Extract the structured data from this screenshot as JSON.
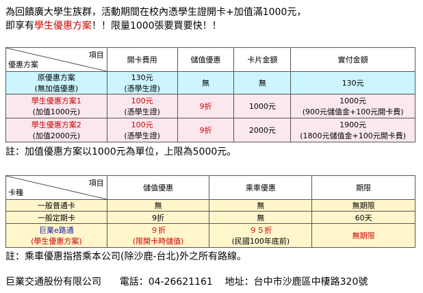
{
  "intro": {
    "line1": "為回饋廣大學生族群，活動期間在校內憑學生證開卡+加值滿1000元，",
    "line2_prefix": "即享有",
    "line2_highlight": "學生優惠方案",
    "line2_suffix": "！！限量1000張要買要快！！"
  },
  "table1": {
    "corner_top": "項目",
    "corner_bottom": "優惠方案",
    "headers": [
      "開卡費用",
      "儲值優惠",
      "卡片金額",
      "實付金額"
    ],
    "rows": [
      {
        "plan_line1": "原優惠方案",
        "plan_line2": "(無加值優惠)",
        "fee_line1": "130元",
        "fee_line2": "(憑學生證)",
        "discount": "無",
        "card": "無",
        "pay_line1": "130元",
        "pay_line2": ""
      },
      {
        "plan_line1": "學生優惠方案1",
        "plan_line2": "(加值1000元)",
        "fee_line1": "100元",
        "fee_line2": "(憑學生證)",
        "discount": "9折",
        "card": "1000元",
        "pay_line1": "1000元",
        "pay_line2": "(900元儲值金+100元開卡費)"
      },
      {
        "plan_line1": "學生優惠方案2",
        "plan_line2": "(加值2000元)",
        "fee_line1": "100元",
        "fee_line2": "(憑學生證)",
        "discount": "9折",
        "card": "2000元",
        "pay_line1": "1900元",
        "pay_line2": "(1800元儲值金+100元開卡費)"
      }
    ]
  },
  "note1": "註：加值優惠方案以1000元為單位，上限為5000元。",
  "table2": {
    "corner_top": "項目",
    "corner_bottom": "卡種",
    "headers": [
      "儲值優惠",
      "乘車優惠",
      "期限"
    ],
    "rows": [
      {
        "card_line1": "一般普通卡",
        "card_line2": "",
        "discount_line1": "無",
        "discount_line2": "",
        "ride_line1": "無",
        "ride_line2": "",
        "term": "無期限"
      },
      {
        "card_line1": "一般定期卡",
        "card_line2": "",
        "discount_line1": "9折",
        "discount_line2": "",
        "ride_line1": "無",
        "ride_line2": "",
        "term": "60天"
      },
      {
        "card_line1": "巨業e路通",
        "card_line2": "(學生優惠方案)",
        "discount_line1": "９折",
        "discount_line2": "(限開卡時儲值)",
        "ride_line1": "９５折",
        "ride_line2": "(民國100年底前)",
        "term": "無期限"
      }
    ]
  },
  "note2": "註：乘車優惠指搭乘本公司(除沙鹿-台北)外之所有路線。",
  "footer": {
    "company": "巨業交通股份有限公司",
    "phone": "電話：04-26621161",
    "address": "地址：台中市沙鹿區中棲路320號"
  },
  "colors": {
    "red": "#cc0000",
    "blue": "#1a1aa6",
    "cyan_row": "#ccf5ff",
    "pink_row": "#fbe8ef",
    "yellow_row": "#fff6cc"
  }
}
